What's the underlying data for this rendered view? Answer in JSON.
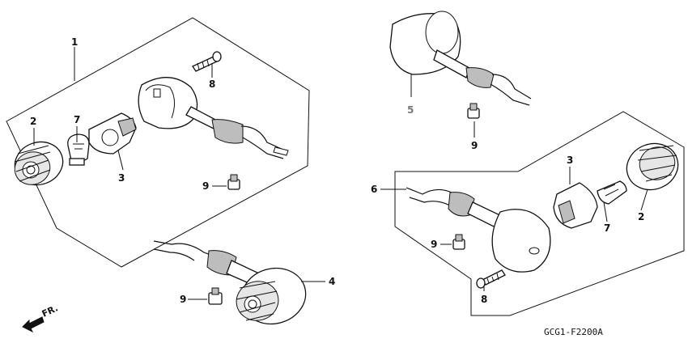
{
  "diagram_code": "GCG1-F2200A",
  "direction_label": "FR.",
  "callouts": [
    {
      "id": "c1",
      "text": "1"
    },
    {
      "id": "c2a",
      "text": "2"
    },
    {
      "id": "c7a",
      "text": "7"
    },
    {
      "id": "c3a",
      "text": "3"
    },
    {
      "id": "c8a",
      "text": "8"
    },
    {
      "id": "c9a",
      "text": "9"
    },
    {
      "id": "c9b",
      "text": "9"
    },
    {
      "id": "c4",
      "text": "4"
    },
    {
      "id": "c5",
      "text": "5",
      "color": "#777777"
    },
    {
      "id": "c9c",
      "text": "9"
    },
    {
      "id": "c6",
      "text": "6"
    },
    {
      "id": "c3b",
      "text": "3"
    },
    {
      "id": "c7b",
      "text": "7"
    },
    {
      "id": "c2b",
      "text": "2"
    },
    {
      "id": "c9d",
      "text": "9"
    },
    {
      "id": "c8b",
      "text": "8"
    }
  ],
  "parts": [
    {
      "name": "front-left-turn-signal-assembly",
      "callout": "1"
    },
    {
      "name": "lens",
      "callout": "2"
    },
    {
      "name": "socket",
      "callout": "3"
    },
    {
      "name": "rear-turn-signal",
      "callout": "4"
    },
    {
      "name": "front-turn-signal",
      "callout": "5"
    },
    {
      "name": "front-right-turn-signal-assembly",
      "callout": "6"
    },
    {
      "name": "bulb",
      "callout": "7"
    },
    {
      "name": "screw",
      "callout": "8"
    },
    {
      "name": "screw",
      "callout": "9"
    }
  ]
}
